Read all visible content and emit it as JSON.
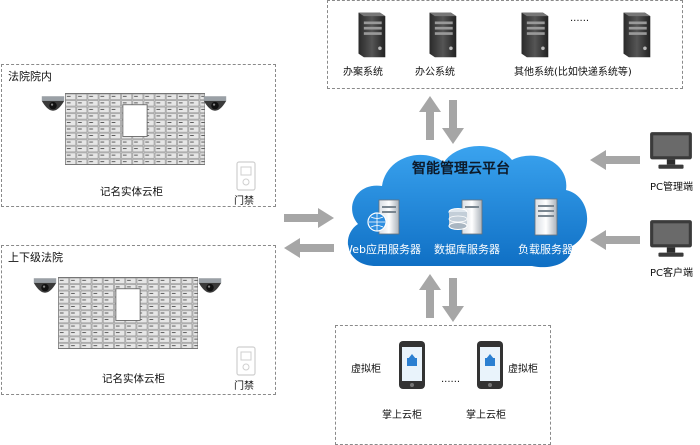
{
  "top_systems": {
    "items": [
      "办案系统",
      "办公系统",
      "其他系统(比如快递系统等)"
    ],
    "ellipsis": "......"
  },
  "court_inner": {
    "title": "法院院内",
    "cabinet_label": "记名实体云柜",
    "door_label": "门禁"
  },
  "court_upper_lower": {
    "title": "上下级法院",
    "cabinet_label": "记名实体云柜",
    "door_label": "门禁"
  },
  "cloud": {
    "title": "智能管理云平台",
    "servers": [
      "Web应用服务器",
      "数据库服务器",
      "负载服务器"
    ],
    "color": "#1a86d8"
  },
  "pc_clients": [
    "PC管理端",
    "PC客户端"
  ],
  "mobile": {
    "virtual_label": "虚拟柜",
    "device_label": "掌上云柜",
    "ellipsis": "......"
  },
  "colors": {
    "arrow": "#a6a6a6",
    "dashed_border": "#8a8a8a"
  }
}
